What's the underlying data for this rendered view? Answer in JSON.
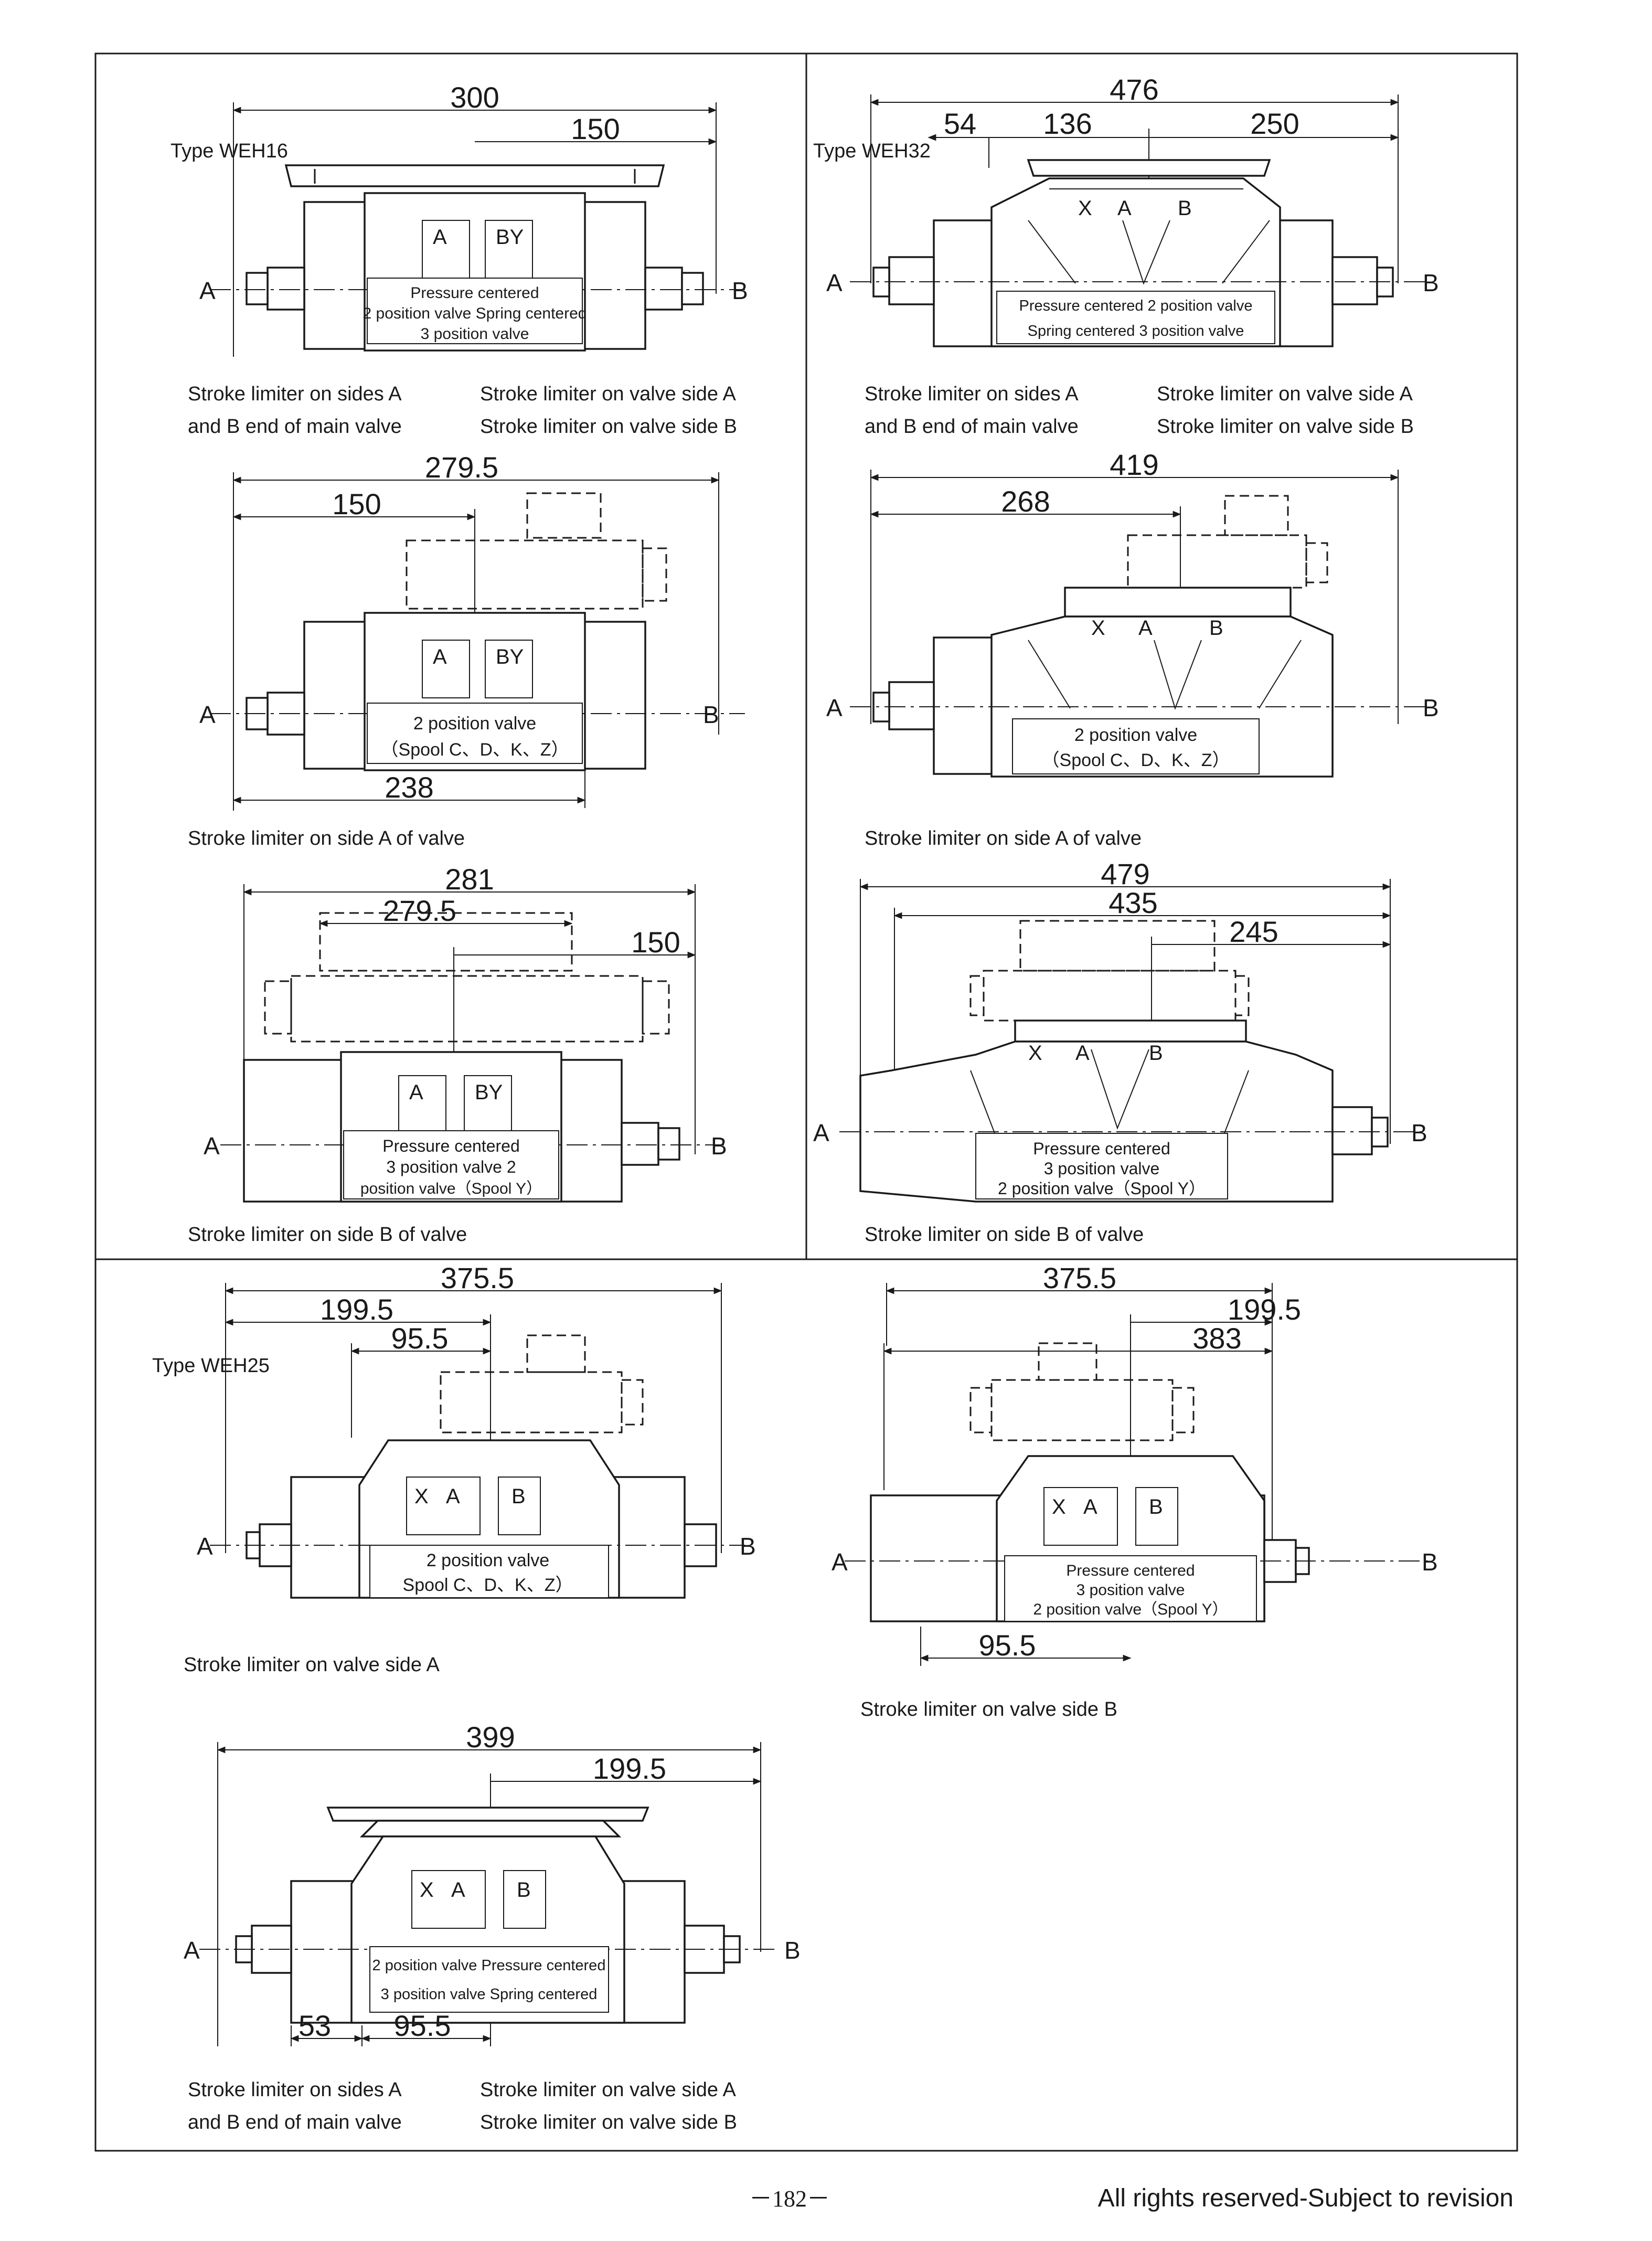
{
  "types": {
    "weh16": "Type WEH16",
    "weh32": "Type WEH32",
    "weh25": "Type WEH25"
  },
  "ports": {
    "a": "A",
    "b": "B",
    "x": "X"
  },
  "port_marks": {
    "a_bar": "A",
    "by": "BY"
  },
  "captions": {
    "sides_ab_1": "Stroke limiter on sides A",
    "sides_ab_2": "and B end of  main valve",
    "valve_side_a": "Stroke limiter on valve side A",
    "valve_side_b": "Stroke limiter on valve side B",
    "side_a_of_valve": "Stroke limiter on side A of valve",
    "side_b_of_valve": "Stroke limiter on side B of valve"
  },
  "labels": {
    "p1_l1": "Pressure centered",
    "p1_l2": "2 position valve Spring centered",
    "p1_l3": "3 position valve",
    "p2_l1": "Pressure centered 2 position valve",
    "p2_l2": "Spring centered 3 position valve",
    "p3_l1": "2 position valve",
    "p3_l2": "（Spool C、D、K、Z）",
    "p5_l1": "Pressure centered",
    "p5_l2": "3 position valve 2",
    "p5_l3": "position valve（Spool Y）",
    "p6_l1": "Pressure centered",
    "p6_l2": "3 position valve",
    "p6_l3": "2 position valve（Spool Y）",
    "p7_l2": "Spool C、D、K、Z）",
    "p8_l3": "2 position valve（Spool Y）",
    "p9_l1": "2 position valve Pressure centered",
    "p9_l2": "3 position valve Spring centered"
  },
  "dims": {
    "p1_total": "300",
    "p1_half": "150",
    "p2_total": "476",
    "p2_a": "54",
    "p2_b": "136",
    "p2_c": "250",
    "p3_total": "279.5",
    "p3_half": "150",
    "p3_bottom": "238",
    "p4_total": "419",
    "p4_part": "268",
    "p5_outer": "281",
    "p5_inner": "279.5",
    "p5_half": "150",
    "p6_outer": "479",
    "p6_inner": "435",
    "p6_part": "245",
    "p7_total": "375.5",
    "p7_part": "199.5",
    "p7_small": "95.5",
    "p8_total": "375.5",
    "p8_part": "199.5",
    "p8_mid": "383",
    "p8_bottom": "95.5",
    "p9_total": "399",
    "p9_half": "199.5",
    "p9_a": "53",
    "p9_b": "95.5"
  },
  "footer": {
    "page_number": "－182－",
    "rights": "All rights reserved-Subject to revision"
  }
}
